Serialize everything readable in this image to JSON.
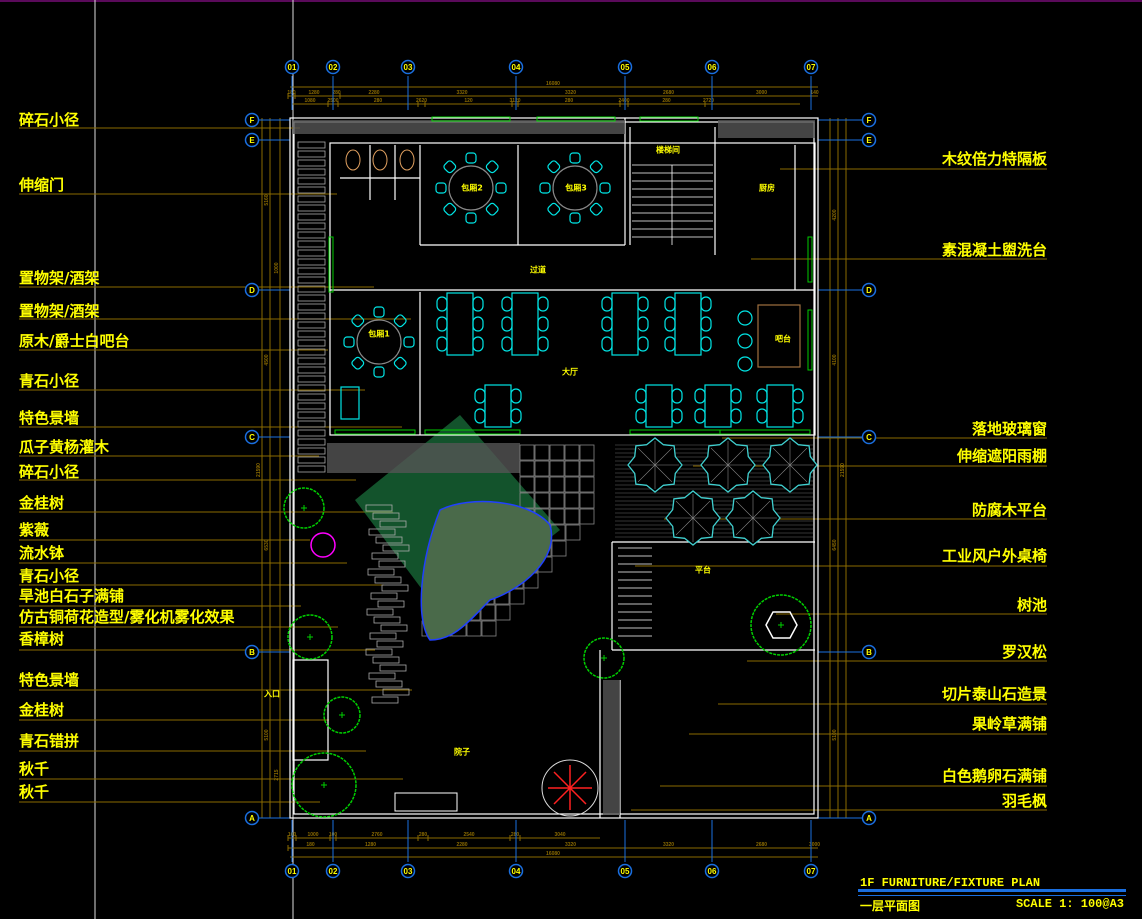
{
  "drawing": {
    "title_en": "1F FURNITURE/FIXTURE PLAN",
    "title_cn": "一层平面图",
    "scale": "SCALE 1: 100@A3"
  },
  "left_callouts": [
    "碎石小径",
    "伸缩门",
    "置物架/酒架",
    "置物架/酒架",
    "原木/爵士白吧台",
    "青石小径",
    "特色景墙",
    "瓜子黄杨灌木",
    "碎石小径",
    "金桂树",
    "紫薇",
    "流水钵",
    "青石小径",
    "旱池白石子满铺",
    "仿古铜荷花造型/雾化机雾化效果",
    "香樟树",
    "特色景墙",
    "金桂树",
    "青石错拼",
    "秋千",
    "秋千"
  ],
  "right_callouts": [
    "木纹倍力特隔板",
    "素混凝土盥洗台",
    "落地玻璃窗",
    "伸缩遮阳雨棚",
    "防腐木平台",
    "工业风户外桌椅",
    "树池",
    "罗汉松",
    "切片泰山石造景",
    "果岭草满铺",
    "白色鹅卵石满铺",
    "羽毛枫"
  ],
  "rooms": {
    "private_room_2": "包厢2",
    "private_room_3": "包厢3",
    "stairwell": "楼梯间",
    "kitchen": "厨房",
    "corridor": "过道",
    "hall": "大厅",
    "private_room_1": "包厢1",
    "bar": "吧台",
    "platform": "平台",
    "courtyard": "院子",
    "entrance": "入口"
  },
  "axes": {
    "columns": [
      "01",
      "02",
      "03",
      "04",
      "05",
      "06",
      "07"
    ],
    "rows": [
      "F",
      "E",
      "D",
      "C",
      "B",
      "A"
    ]
  },
  "dimensions": {
    "top_total": "16080",
    "top_row1": [
      "180",
      "1280",
      "280",
      "2280",
      "3320",
      "3320",
      "2680",
      "3000",
      "140"
    ],
    "top_row2": [
      "1080",
      "2500",
      "280",
      "2620",
      "120",
      "3120",
      "280",
      "2400",
      "280",
      "2720"
    ],
    "bottom_row1": [
      "100",
      "1000",
      "100",
      "2760",
      "280",
      "2540",
      "280",
      "3040"
    ],
    "bottom_row2": [
      "180",
      "1280",
      "2280",
      "3320",
      "3320",
      "2680",
      "3000",
      "140"
    ],
    "bottom_total": "16080",
    "left_vertical": [
      "5160",
      "1000",
      "4500",
      "21590",
      "6530",
      "5100",
      "2715"
    ],
    "right_vertical": [
      "4200",
      "4100",
      "21590",
      "6450",
      "5100"
    ]
  },
  "colors": {
    "wall": "#ffffff",
    "furniture": "#00e5e5",
    "label": "#ffff00",
    "leader": "#8a6a00",
    "axis": "#1a6fe0",
    "plant": "#00d000",
    "window": "#00cc00"
  }
}
